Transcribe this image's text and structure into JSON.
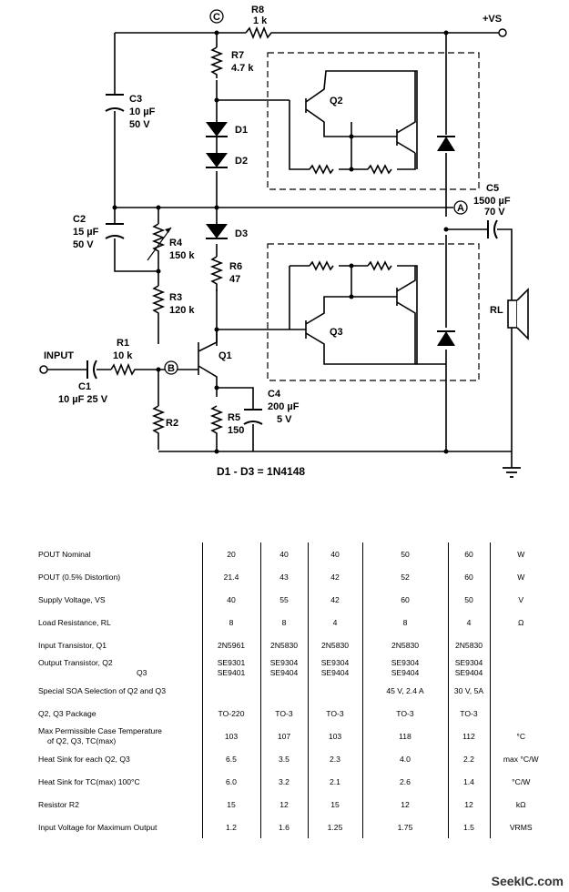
{
  "schematic": {
    "node_c": "C",
    "node_a": "A",
    "node_b": "B",
    "vs_label": "+VS",
    "r8": {
      "name": "R8",
      "value": "1 k"
    },
    "r7": {
      "name": "R7",
      "value": "4.7 k"
    },
    "c3": {
      "name": "C3",
      "value": "10 µF",
      "volt": "50 V"
    },
    "d1": "D1",
    "d2": "D2",
    "d3": "D3",
    "q1": "Q1",
    "q2": "Q2",
    "q3": "Q3",
    "c5": {
      "name": "C5",
      "value": "1500 µF",
      "volt": "70 V"
    },
    "c2": {
      "name": "C2",
      "value": "15 µF",
      "volt": "50 V"
    },
    "r4": {
      "name": "R4",
      "value": "150 k"
    },
    "r6": {
      "name": "R6",
      "value": "47"
    },
    "r3": {
      "name": "R3",
      "value": "120 k"
    },
    "r1": {
      "name": "R1",
      "value": "10 k"
    },
    "input": "INPUT",
    "c1": {
      "name": "C1",
      "value": "10 µF 25 V"
    },
    "r2": "R2",
    "r5": {
      "name": "R5",
      "value": "150"
    },
    "c4": {
      "name": "C4",
      "value": "200 µF",
      "volt": "5 V"
    },
    "rl": "RL",
    "diode_note": "D1 - D3 = 1N4148"
  },
  "table": {
    "rows": [
      {
        "param": "POUT Nominal",
        "values": [
          "20",
          "40",
          "40",
          "50",
          "60"
        ],
        "unit": "W"
      },
      {
        "param": "POUT (0.5% Distortion)",
        "values": [
          "21.4",
          "43",
          "42",
          "52",
          "60"
        ],
        "unit": "W"
      },
      {
        "param": "Supply Voltage, VS",
        "values": [
          "40",
          "55",
          "42",
          "60",
          "50"
        ],
        "unit": "V"
      },
      {
        "param": "Load Resistance, RL",
        "values": [
          "8",
          "8",
          "4",
          "8",
          "4"
        ],
        "unit": "Ω"
      },
      {
        "param": "Input Transistor, Q1",
        "values": [
          "2N5961",
          "2N5830",
          "2N5830",
          "2N5830",
          "2N5830"
        ],
        "unit": ""
      },
      {
        "param": "Output Transistor, Q2",
        "param2": "Q3",
        "values": [
          "SE9301",
          "SE9304",
          "SE9304",
          "SE9304",
          "SE9304"
        ],
        "values2": [
          "SE9401",
          "SE9404",
          "SE9404",
          "SE9404",
          "SE9404"
        ],
        "unit": ""
      },
      {
        "param": "Special SOA Selection of Q2 and Q3",
        "values": [
          "",
          "",
          "",
          "45 V, 2.4 A",
          "30 V, 5A"
        ],
        "unit": ""
      },
      {
        "param": "Q2, Q3 Package",
        "values": [
          "TO-220",
          "TO-3",
          "TO-3",
          "TO-3",
          "TO-3"
        ],
        "unit": ""
      },
      {
        "param": "Max Permissible Case Temperature",
        "param2": "of Q2, Q3, TC(max)",
        "values": [
          "103",
          "107",
          "103",
          "118",
          "112"
        ],
        "unit": "°C"
      },
      {
        "param": "Heat Sink for each Q2, Q3",
        "values": [
          "6.5",
          "3.5",
          "2.3",
          "4.0",
          "2.2"
        ],
        "unit": "max °C/W"
      },
      {
        "param": "Heat Sink for TC(max)   100°C",
        "values": [
          "6.0",
          "3.2",
          "2.1",
          "2.6",
          "1.4"
        ],
        "unit": "°C/W"
      },
      {
        "param": "Resistor R2",
        "values": [
          "15",
          "12",
          "15",
          "12",
          "12"
        ],
        "unit": "kΩ"
      },
      {
        "param": "Input Voltage for Maximum Output",
        "values": [
          "1.2",
          "1.6",
          "1.25",
          "1.75",
          "1.5"
        ],
        "unit": "VRMS"
      }
    ]
  },
  "watermark": "SeekIC.com"
}
